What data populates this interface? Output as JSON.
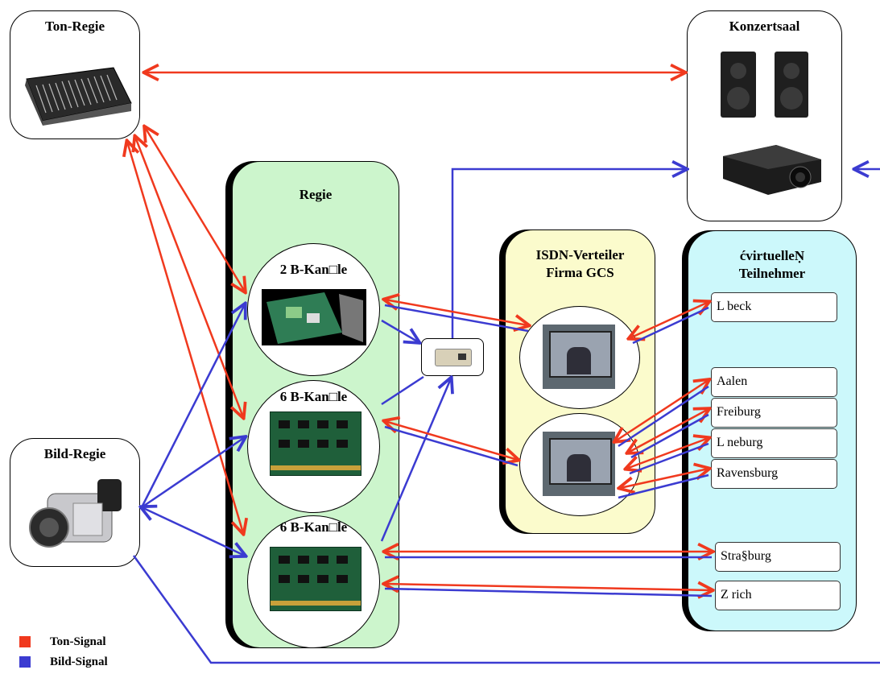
{
  "colors": {
    "ton": "#f0391e",
    "bild": "#3b3bd1",
    "regie_bg": "#ccf5cc",
    "isdn_bg": "#fbfbcc",
    "virt_bg": "#ccf8fb"
  },
  "ton_regie": {
    "title": "Ton-Regie",
    "icon": "mixing-console"
  },
  "konzertsaal": {
    "title": "Konzertsaal",
    "icons": [
      "speaker",
      "speaker",
      "projector"
    ]
  },
  "regie": {
    "title": "Regie",
    "cards": [
      {
        "label": "2 B-Kan□le",
        "icon": "isdn-card"
      },
      {
        "label": "6 B-Kan□le",
        "icon": "isdn-card"
      },
      {
        "label": "6 B-Kan□le",
        "icon": "isdn-card"
      }
    ]
  },
  "switch": {
    "icon": "video-switch"
  },
  "isdn": {
    "title_line1": "ISDN-Verteiler",
    "title_line2": "Firma GCS",
    "units": [
      "videoconference-unit",
      "videoconference-unit"
    ]
  },
  "virtual": {
    "title_line1": "ćvirtuelleṆ",
    "title_line2": "Teilnehmer",
    "participants": [
      "L   beck",
      "Aalen",
      "Freiburg",
      "L   neburg",
      "Ravensburg"
    ],
    "external": [
      "Stra§burg",
      "Z   rich"
    ]
  },
  "bild_regie": {
    "title": "Bild-Regie",
    "icon": "camcorder"
  },
  "legend": [
    {
      "label": "Ton-Signal",
      "color": "#f0391e"
    },
    {
      "label": "Bild-Signal",
      "color": "#3b3bd1"
    }
  ]
}
